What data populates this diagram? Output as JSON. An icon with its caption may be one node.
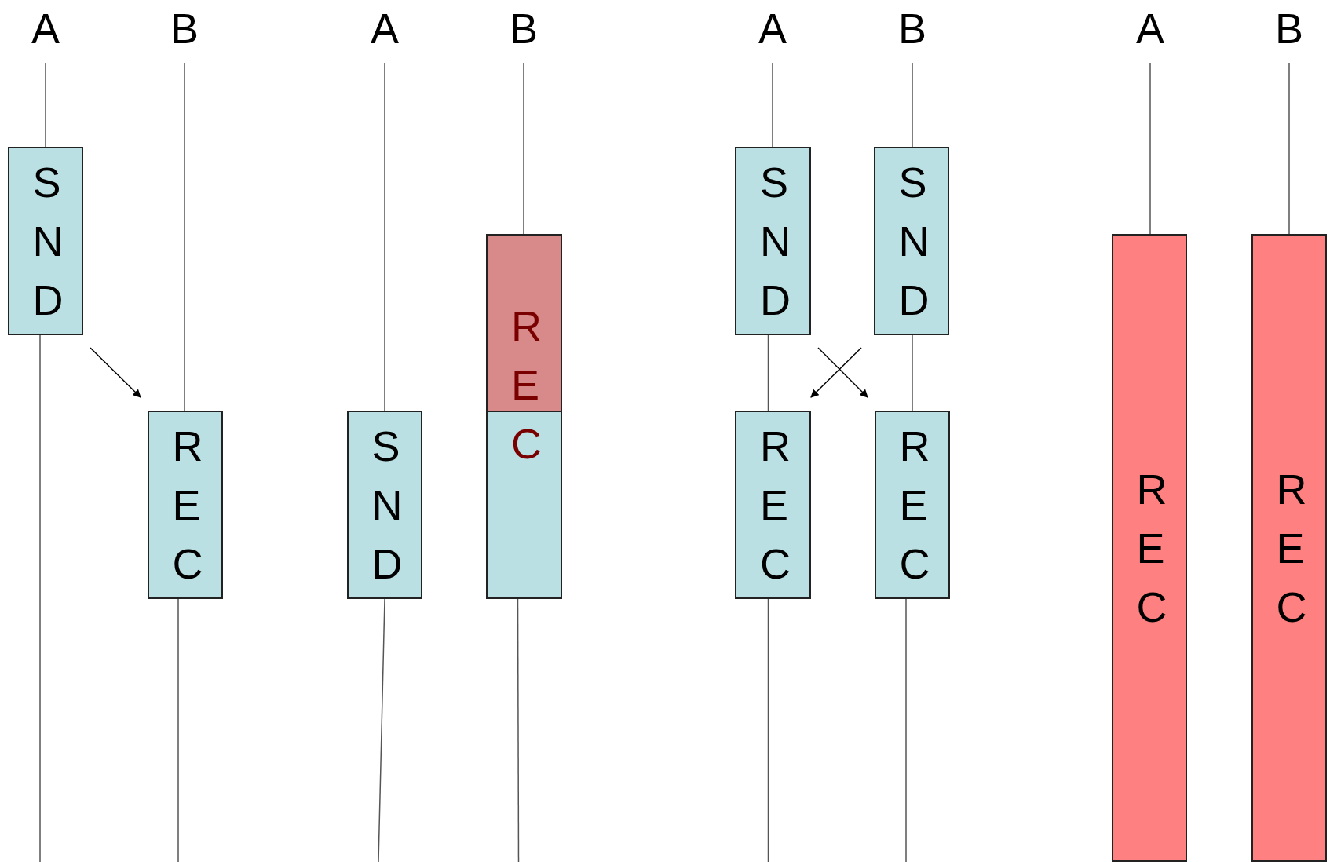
{
  "diagram": {
    "nodes": [
      {
        "text": [
          "SND"
        ]
      },
      {
        "text": [
          "REC"
        ]
      },
      {
        "text": [
          "SND"
        ]
      },
      {
        "text": [
          "REC"
        ]
      },
      {
        "text": [
          "SND"
        ]
      },
      {
        "text": [
          "SND"
        ]
      },
      {
        "text": [
          "REC"
        ]
      },
      {
        "text": [
          "REC"
        ]
      },
      {
        "text": [
          "REC"
        ]
      },
      {
        "text": [
          "REC"
        ]
      },
      {
        "text": [
          "A"
        ]
      },
      {
        "text": [
          "B"
        ]
      },
      {
        "text": [
          "A"
        ]
      },
      {
        "text": [
          "B"
        ]
      },
      {
        "text": [
          "A"
        ]
      },
      {
        "text": [
          "B"
        ]
      },
      {
        "text": [
          "A"
        ]
      },
      {
        "text": [
          "B"
        ]
      }
    ],
    "edges": [
      {
        "from": 0,
        "to": 1,
        "arrow": "to"
      },
      {
        "from": 4,
        "to": 7,
        "arrow": "to"
      },
      {
        "from": 5,
        "to": 6,
        "arrow": "to"
      },
      {
        "from": 10,
        "to": 0,
        "arrow": "none"
      },
      {
        "from": 11,
        "to": 1,
        "arrow": "none"
      },
      {
        "from": 12,
        "to": 2,
        "arrow": "none"
      },
      {
        "from": 13,
        "to": 3,
        "arrow": "none"
      },
      {
        "from": 14,
        "to": 4,
        "arrow": "none"
      },
      {
        "from": 15,
        "to": 5,
        "arrow": "none"
      },
      {
        "from": 16,
        "to": 8,
        "arrow": "none"
      },
      {
        "from": 17,
        "to": 9,
        "arrow": "none"
      },
      {
        "from": 4,
        "to": 6,
        "arrow": "none"
      },
      {
        "from": 5,
        "to": 7,
        "arrow": "none"
      },
      {
        "from": 0,
        "to": null,
        "arrow": "none"
      },
      {
        "from": 1,
        "to": null,
        "arrow": "none"
      },
      {
        "from": 2,
        "to": null,
        "arrow": "none"
      },
      {
        "from": 3,
        "to": null,
        "arrow": "none"
      },
      {
        "from": 6,
        "to": null,
        "arrow": "none"
      },
      {
        "from": 7,
        "to": null,
        "arrow": "none"
      }
    ]
  }
}
